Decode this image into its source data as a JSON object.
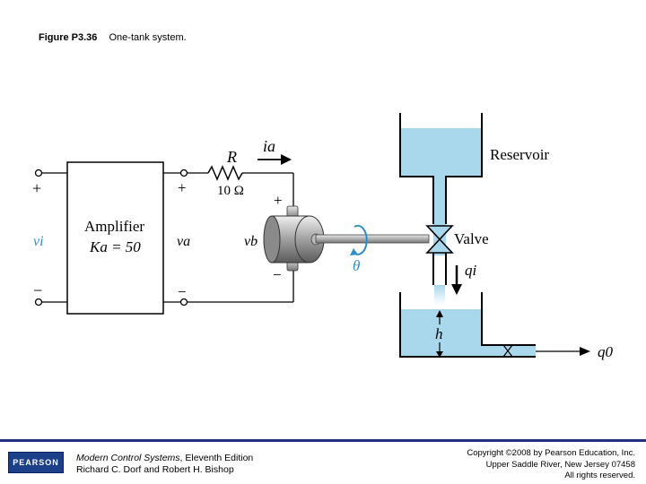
{
  "caption": {
    "figure": "Figure P3.36",
    "text": "One-tank system."
  },
  "labels": {
    "input_plus": "+",
    "input_minus": "−",
    "input_voltage": "vi",
    "amp_line1": "Amplifier",
    "amp_line2": "Ka = 50",
    "out_plus": "+",
    "out_minus": "−",
    "out_voltage": "va",
    "resistor_name": "R",
    "resistor_value": "10 Ω",
    "current": "ia",
    "motor_plus": "+",
    "motor_minus": "−",
    "back_emf": "vb",
    "theta": "θ",
    "valve": "Valve",
    "reservoir": "Reservoir",
    "inflow": "qi",
    "height": "h",
    "outflow": "q0"
  },
  "footer": {
    "logo": "PEARSON",
    "book_title": "Modern Control Systems",
    "book_edition": ", Eleventh Edition",
    "authors": "Richard C. Dorf and Robert H. Bishop",
    "copyright_line1": "Copyright ©2008 by Pearson Education, Inc.",
    "copyright_line2": "Upper Saddle River, New Jersey 07458",
    "copyright_line3": "All rights reserved."
  },
  "colors": {
    "water": "#a9d8ec",
    "accent": "#2a8fc8",
    "footer_bar": "#1f2f7a"
  }
}
